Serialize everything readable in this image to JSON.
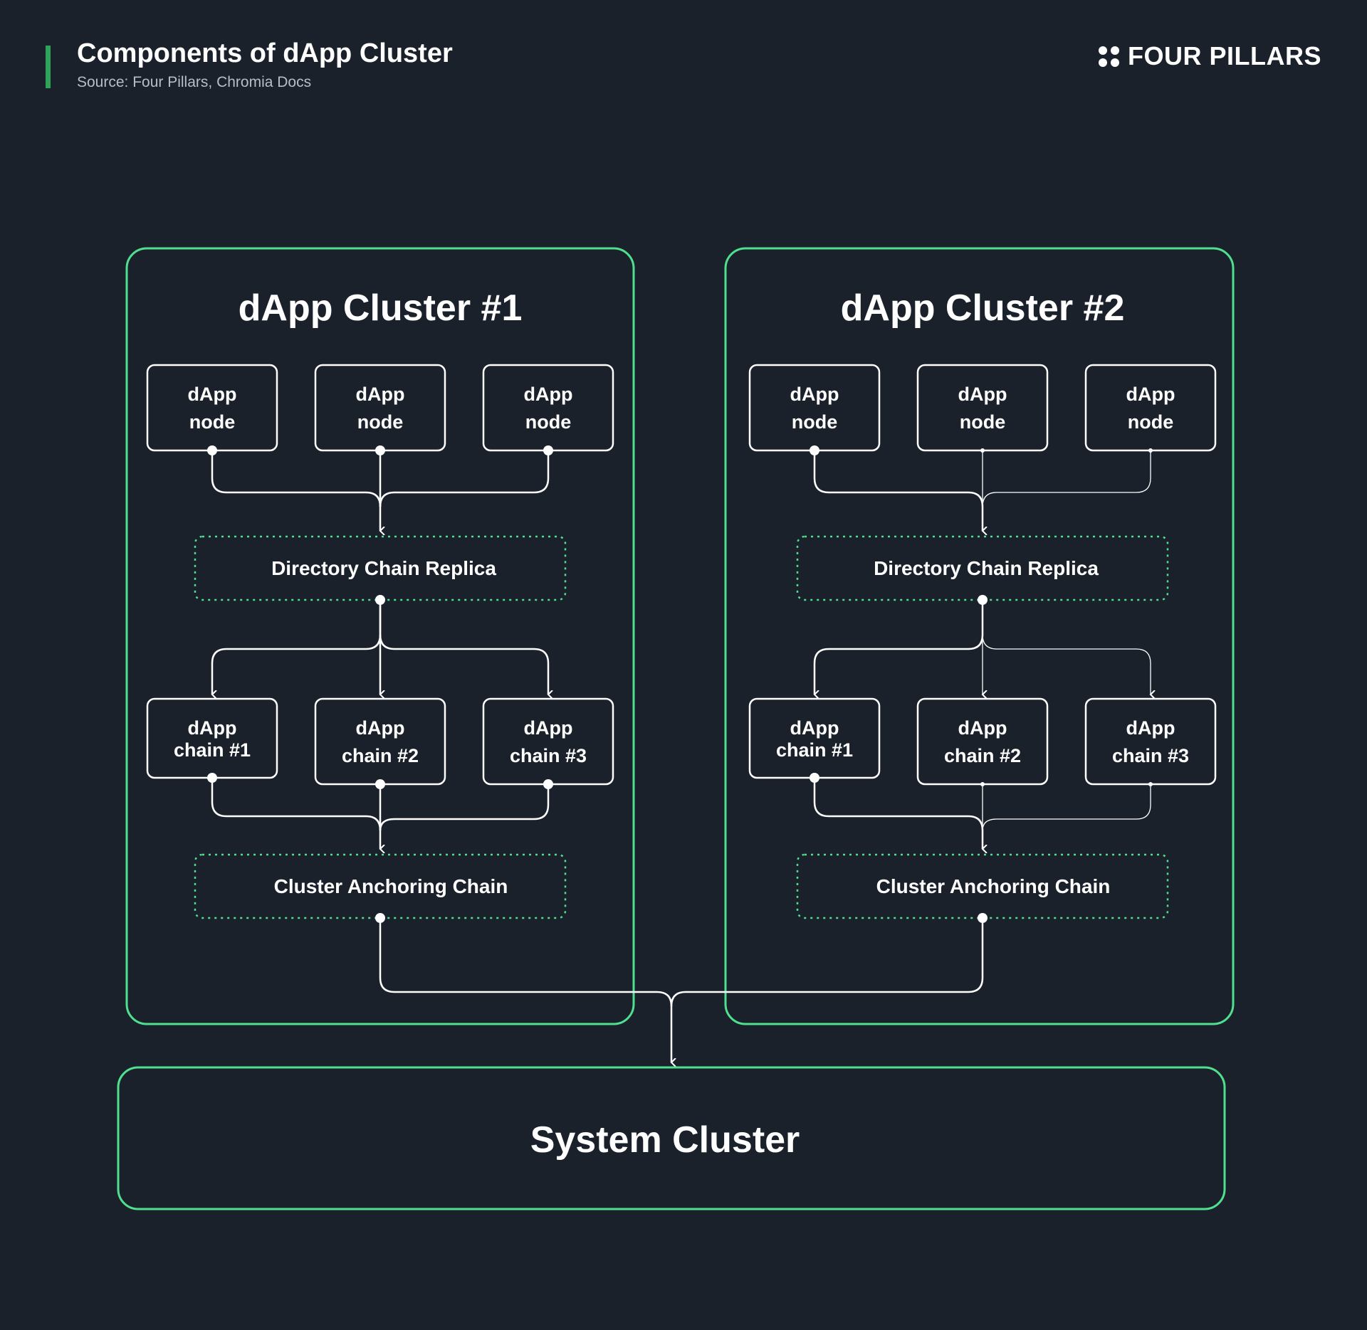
{
  "header": {
    "title": "Components of dApp Cluster",
    "source": "Source: Four Pillars, Chromia Docs",
    "brand": "FOUR PILLARS"
  },
  "clusters": [
    {
      "title": "dApp Cluster #1",
      "nodes": [
        {
          "line1": "dApp",
          "line2": "node"
        },
        {
          "line1": "dApp",
          "line2": "node"
        },
        {
          "line1": "dApp",
          "line2": "node"
        }
      ],
      "directory": "Directory Chain Replica",
      "chains": [
        {
          "line1": "dApp",
          "line2": "chain #1"
        },
        {
          "line1": "dApp",
          "line2": "chain #2"
        },
        {
          "line1": "dApp",
          "line2": "chain #3"
        }
      ],
      "anchoring": "Cluster Anchoring Chain"
    },
    {
      "title": "dApp Cluster #2",
      "nodes": [
        {
          "line1": "dApp",
          "line2": "node"
        },
        {
          "line1": "dApp",
          "line2": "node"
        },
        {
          "line1": "dApp",
          "line2": "node"
        }
      ],
      "directory": "Directory Chain Replica",
      "chains": [
        {
          "line1": "dApp",
          "line2": "chain #1"
        },
        {
          "line1": "dApp",
          "line2": "chain #2"
        },
        {
          "line1": "dApp",
          "line2": "chain #3"
        }
      ],
      "anchoring": "Cluster Anchoring Chain"
    }
  ],
  "system": {
    "title": "System Cluster"
  },
  "colors": {
    "background": "#1b212b",
    "accent_green": "#4fe08f",
    "bar_green": "#2fa35a",
    "line": "#ffffff"
  }
}
